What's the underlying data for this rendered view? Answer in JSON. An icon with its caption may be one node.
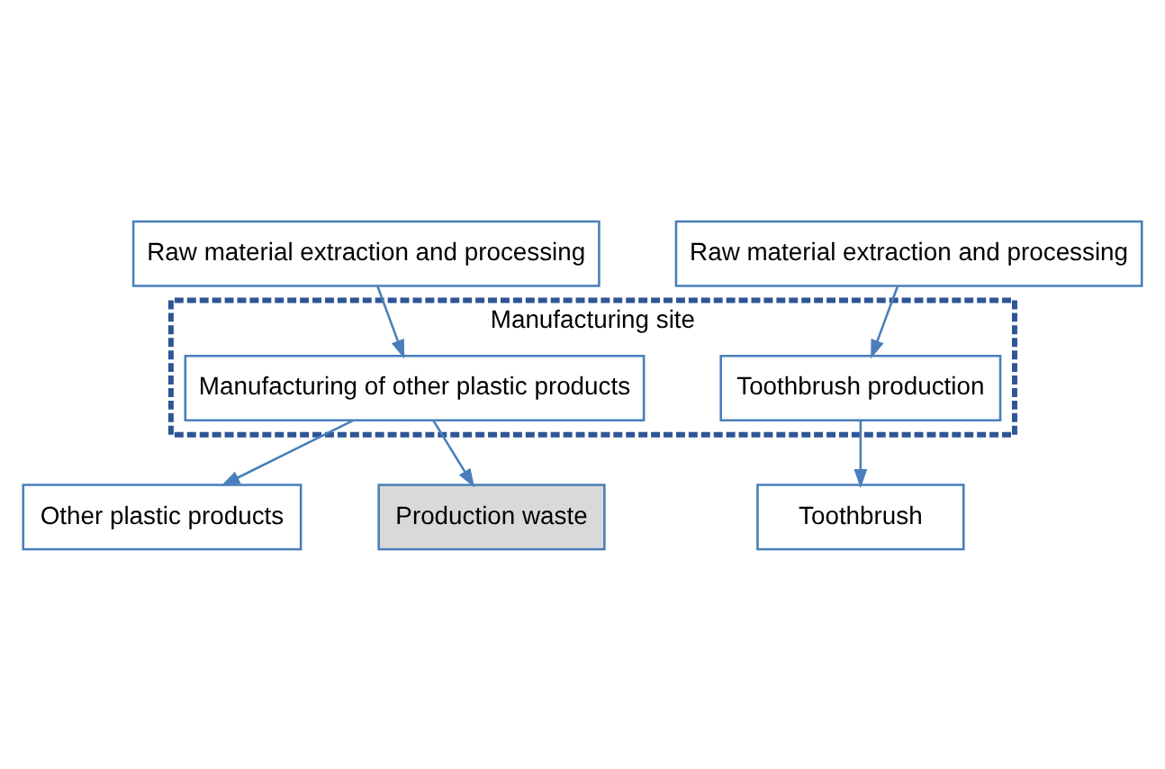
{
  "diagram": {
    "nodes": [
      {
        "text": [
          "Raw material extraction and processing"
        ]
      },
      {
        "text": [
          "Raw material extraction and processing"
        ]
      },
      {
        "text": [
          "Manufacturing site"
        ]
      },
      {
        "text": [
          "Manufacturing of other plastic products"
        ],
        "in": 2
      },
      {
        "text": [
          "Toothbrush production"
        ],
        "in": 2
      },
      {
        "text": [
          "Other plastic products"
        ]
      },
      {
        "text": [
          "Production waste"
        ]
      },
      {
        "text": [
          "Toothbrush"
        ]
      }
    ],
    "edges": [
      {
        "from": 0,
        "to": 3,
        "arrow": "to"
      },
      {
        "from": 1,
        "to": 4,
        "arrow": "to"
      },
      {
        "from": 3,
        "to": 5,
        "arrow": "to"
      },
      {
        "from": 3,
        "to": 6,
        "arrow": "to"
      },
      {
        "from": 4,
        "to": 7,
        "arrow": "to"
      }
    ]
  }
}
